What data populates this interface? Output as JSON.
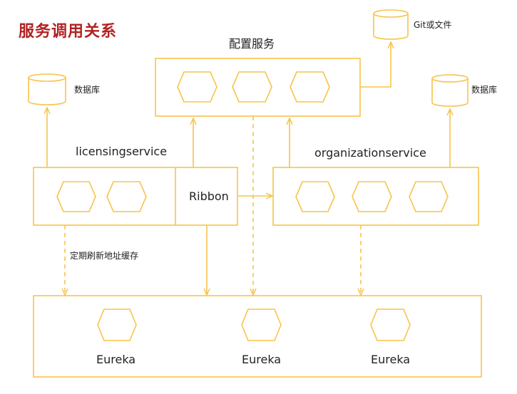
{
  "title": "服务调用关系",
  "config_service": {
    "label": "配置服务"
  },
  "git_store": {
    "label": "Git或文件"
  },
  "db_left": {
    "label": "数据库"
  },
  "db_right": {
    "label": "数据库"
  },
  "licensing": {
    "label": "licensingservice",
    "ribbon": "Ribbon"
  },
  "organization": {
    "label": "organizationservice"
  },
  "refresh_note": "定期刷新地址缓存",
  "eureka": [
    {
      "label": "Eureka"
    },
    {
      "label": "Eureka"
    },
    {
      "label": "Eureka"
    }
  ],
  "colors": {
    "accent": "#f8c34a",
    "title": "#b22222"
  }
}
